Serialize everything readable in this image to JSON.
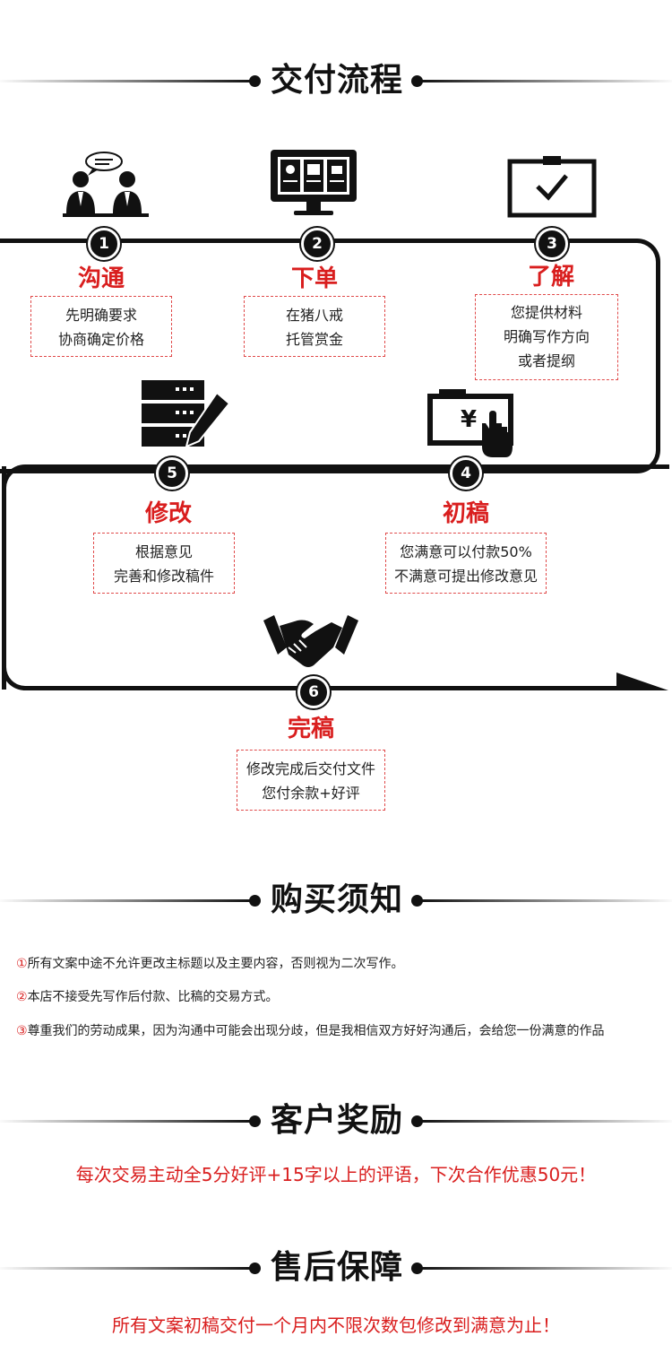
{
  "sections": {
    "delivery": "交付流程",
    "purchase": "购买须知",
    "reward": "客户奖励",
    "after_sale": "售后保障"
  },
  "steps": [
    {
      "num": "1",
      "title": "沟通",
      "lines": [
        "先明确要求",
        "协商确定价格"
      ],
      "icon": "customer-service-icon"
    },
    {
      "num": "2",
      "title": "下单",
      "lines": [
        "在猪八戒",
        "托管赏金"
      ],
      "icon": "monitor-icon"
    },
    {
      "num": "3",
      "title": "了解",
      "lines": [
        "您提供材料",
        "明确写作方向",
        "或者提纲"
      ],
      "icon": "checkmark-board-icon"
    },
    {
      "num": "4",
      "title": "初稿",
      "lines": [
        "您满意可以付款50%",
        "不满意可提出修改意见"
      ],
      "icon": "payment-icon"
    },
    {
      "num": "5",
      "title": "修改",
      "lines": [
        "根据意见",
        "完善和修改稿件"
      ],
      "icon": "document-edit-icon"
    },
    {
      "num": "6",
      "title": "完稿",
      "lines": [
        "修改完成后交付文件",
        "您付余款+好评"
      ],
      "icon": "handshake-icon"
    }
  ],
  "notices": [
    {
      "num": "①",
      "text": "所有文案中途不允许更改主标题以及主要内容，否则视为二次写作。"
    },
    {
      "num": "②",
      "text": "本店不接受先写作后付款、比稿的交易方式。"
    },
    {
      "num": "③",
      "text": "尊重我们的劳动成果，因为沟通中可能会出现分歧，但是我相信双方好好沟通后，会给您一份满意的作品"
    }
  ],
  "reward_text": "每次交易主动全5分好评+15字以上的评语，下次合作优惠50元！",
  "after_sale_text": "所有文案初稿交付一个月内不限次数包修改到满意为止！",
  "colors": {
    "accent": "#d91e1e",
    "ink": "#111111"
  }
}
